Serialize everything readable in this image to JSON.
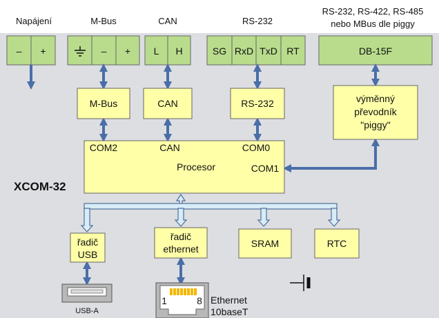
{
  "colors": {
    "panel": "#dcdee2",
    "box": "#ffffa8",
    "terminal": "#b8dc8c",
    "arrow": "#4a6ea8",
    "bus_fill": "#d8ecf8",
    "bus_stroke": "#506e98",
    "box_stroke": "#666666",
    "connector": "#b8b8b8",
    "rj45_pins": "#f2b800"
  },
  "top_labels": {
    "power": "Napájení",
    "mbus": "M-Bus",
    "can": "CAN",
    "rs232": "RS-232",
    "multi_line1": "RS-232, RS-422, RS-485",
    "multi_line2": "nebo MBus dle piggy"
  },
  "terminals": {
    "power": [
      "–",
      "+"
    ],
    "mbus": [
      "ground-symbol",
      "–",
      "+"
    ],
    "can": [
      "L",
      "H"
    ],
    "rs232": [
      "SG",
      "RxD",
      "TxD",
      "RT"
    ],
    "db15": "DB-15F"
  },
  "boxes": {
    "mbus": "M-Bus",
    "can": "CAN",
    "rs232": "RS-232",
    "piggy_line1": "výměnný",
    "piggy_line2": "převodník",
    "piggy_line3": "\"piggy\"",
    "processor": {
      "com2": "COM2",
      "can": "CAN",
      "com0": "COM0",
      "name": "Procesor",
      "com1": "COM1"
    },
    "usb_line1": "řadič",
    "usb_line2": "USB",
    "eth_line1": "řadič",
    "eth_line2": "ethernet",
    "sram": "SRAM",
    "rtc": "RTC"
  },
  "device_title": "XCOM-32",
  "usb_port": {
    "label": "USB-A"
  },
  "ethernet_port": {
    "pin_left": "1",
    "pin_right": "8",
    "label_line1": "Ethernet",
    "label_line2": "10baseT"
  },
  "symbols": [
    "battery-symbol"
  ]
}
